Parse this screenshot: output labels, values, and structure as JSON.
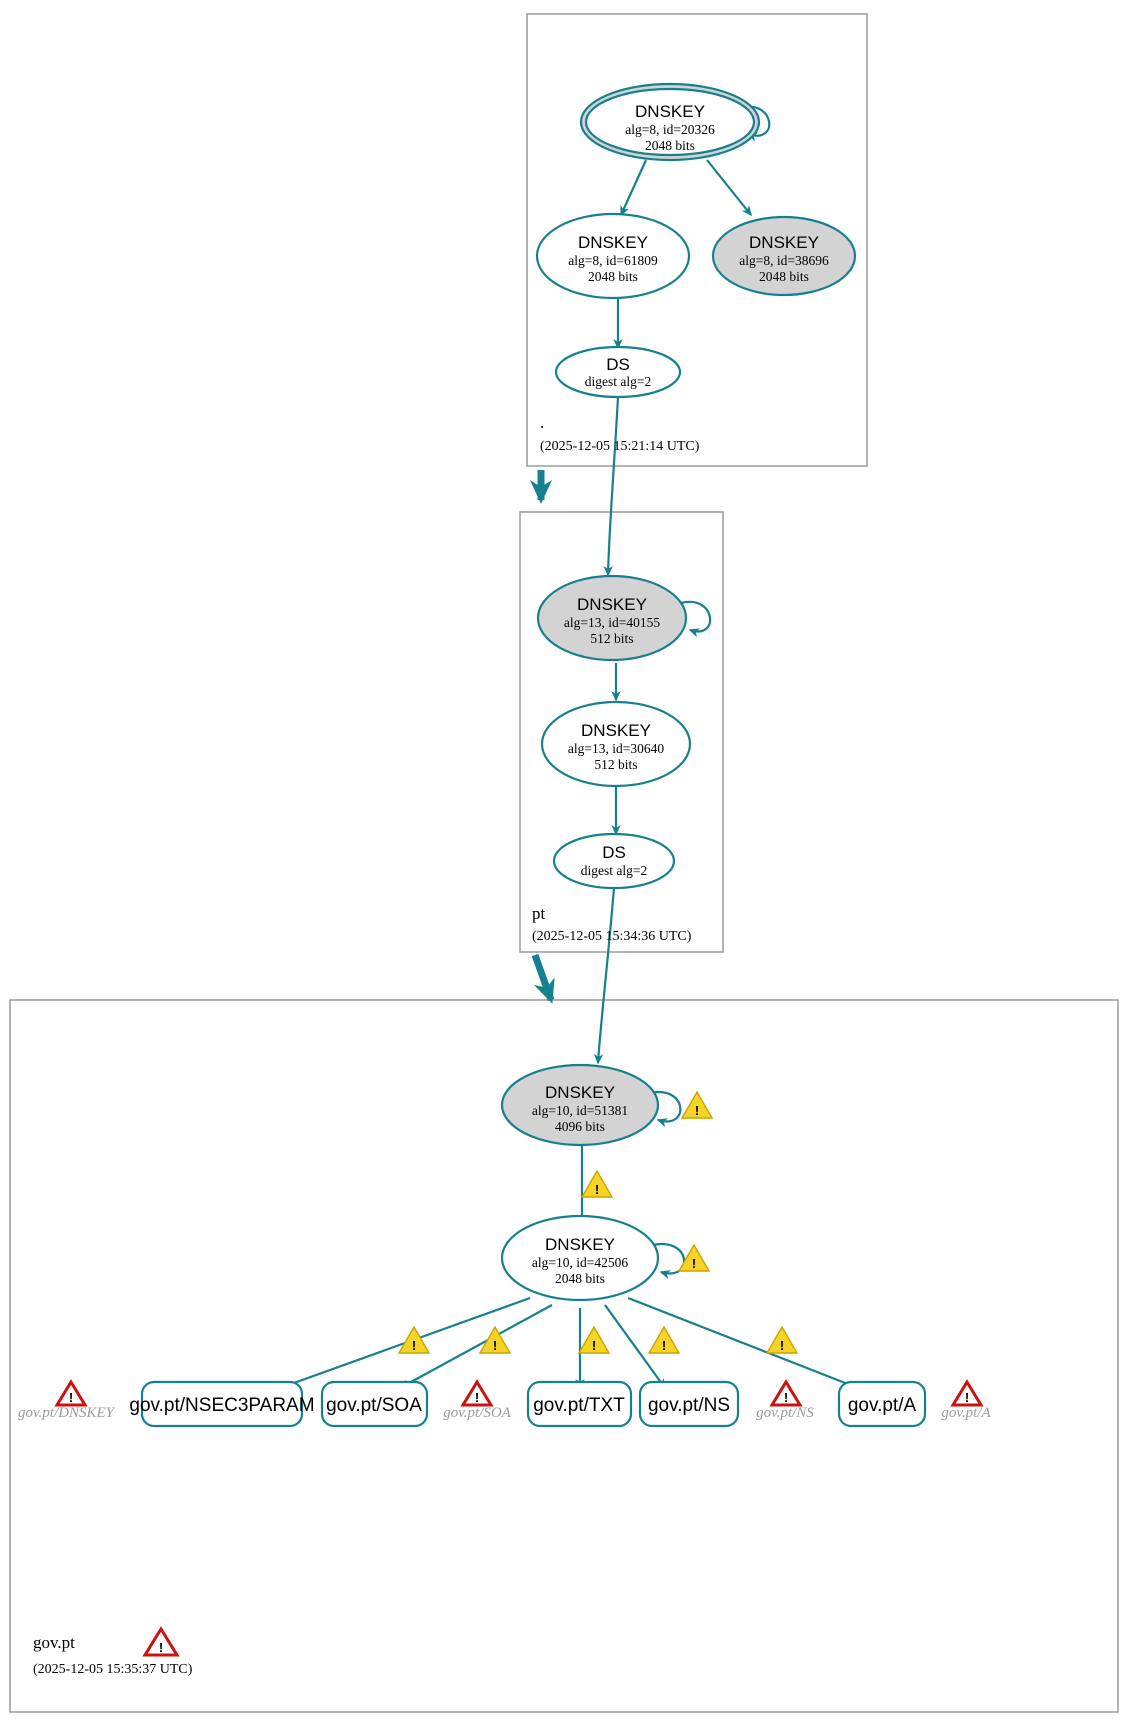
{
  "diagram": {
    "title": "DNSSEC authentication chain for gov.pt",
    "accent_color": "#17808f",
    "secure_node_fill": "#d3d3d3",
    "warning_color": "#f5d327",
    "error_color": "#cc1111",
    "zone_border_color": "#a0a0a0"
  },
  "zones": [
    {
      "id": "root",
      "name": ".",
      "timestamp": "(2025-12-05 15:21:14 UTC)"
    },
    {
      "id": "pt",
      "name": "pt",
      "timestamp": "(2025-12-05 15:34:36 UTC)"
    },
    {
      "id": "govpt",
      "name": "gov.pt",
      "timestamp": "(2025-12-05 15:35:37 UTC)"
    }
  ],
  "nodes": {
    "root_ksk": {
      "type": "DNSKEY",
      "line1": "DNSKEY",
      "line2": "alg=8, id=20326",
      "line3": "2048 bits"
    },
    "root_zsk": {
      "type": "DNSKEY",
      "line1": "DNSKEY",
      "line2": "alg=8, id=61809",
      "line3": "2048 bits"
    },
    "root_extra": {
      "type": "DNSKEY",
      "line1": "DNSKEY",
      "line2": "alg=8, id=38696",
      "line3": "2048 bits"
    },
    "root_ds": {
      "type": "DS",
      "line1": "DS",
      "line2": "digest alg=2"
    },
    "pt_ksk": {
      "type": "DNSKEY",
      "line1": "DNSKEY",
      "line2": "alg=13, id=40155",
      "line3": "512 bits"
    },
    "pt_zsk": {
      "type": "DNSKEY",
      "line1": "DNSKEY",
      "line2": "alg=13, id=30640",
      "line3": "512 bits"
    },
    "pt_ds": {
      "type": "DS",
      "line1": "DS",
      "line2": "digest alg=2"
    },
    "govpt_ksk": {
      "type": "DNSKEY",
      "line1": "DNSKEY",
      "line2": "alg=10, id=51381",
      "line3": "4096 bits"
    },
    "govpt_zsk": {
      "type": "DNSKEY",
      "line1": "DNSKEY",
      "line2": "alg=10, id=42506",
      "line3": "2048 bits"
    }
  },
  "rrsets": [
    {
      "id": "nsec3param",
      "label": "gov.pt/NSEC3PARAM"
    },
    {
      "id": "soa",
      "label": "gov.pt/SOA"
    },
    {
      "id": "txt",
      "label": "gov.pt/TXT"
    },
    {
      "id": "ns",
      "label": "gov.pt/NS"
    },
    {
      "id": "a",
      "label": "gov.pt/A"
    }
  ],
  "ghost_rrsets": [
    {
      "id": "ghost-dnskey",
      "label": "gov.pt/DNSKEY"
    },
    {
      "id": "ghost-soa",
      "label": "gov.pt/SOA"
    },
    {
      "id": "ghost-ns",
      "label": "gov.pt/NS"
    },
    {
      "id": "ghost-a",
      "label": "gov.pt/A"
    }
  ],
  "status_icons": {
    "warning_glyph": "!",
    "error_glyph": "!"
  }
}
